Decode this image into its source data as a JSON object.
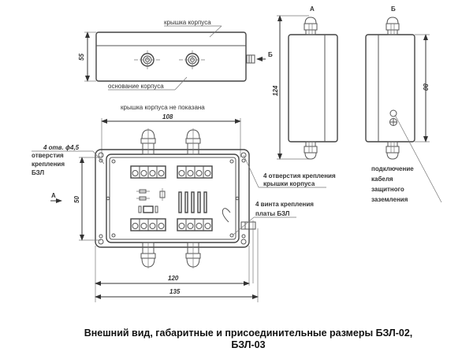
{
  "top_view": {
    "label_cover": "крышка корпуса",
    "label_base": "основание корпуса",
    "dim_height": "55",
    "view_arrow": "Б"
  },
  "side_view_a": {
    "view_label": "А",
    "dim_height": "124"
  },
  "side_view_b": {
    "view_label": "Б",
    "dim_height": "80",
    "label_ground": [
      "подключение",
      "кабеля",
      "защитного",
      "заземления"
    ]
  },
  "plan_view": {
    "note_cover_hidden": "крышка корпуса не показана",
    "dim_width_inner": "108",
    "dim_width_120": "120",
    "dim_width_135": "135",
    "dim_height": "50",
    "view_arrow": "А",
    "label_holes": "4 отв. ϕ4,5",
    "label_mount": [
      "отверстия",
      "крепления",
      "БЗЛ"
    ],
    "label_cover_holes": [
      "4 отверстия крепления",
      "крышки корпуса"
    ],
    "label_screws": [
      "4 винта крепления",
      "платы БЗЛ"
    ]
  },
  "caption": {
    "line1": "Внешний вид, габаритные и присоединительные размеры БЗЛ-02,",
    "line2": "БЗЛ-03"
  }
}
